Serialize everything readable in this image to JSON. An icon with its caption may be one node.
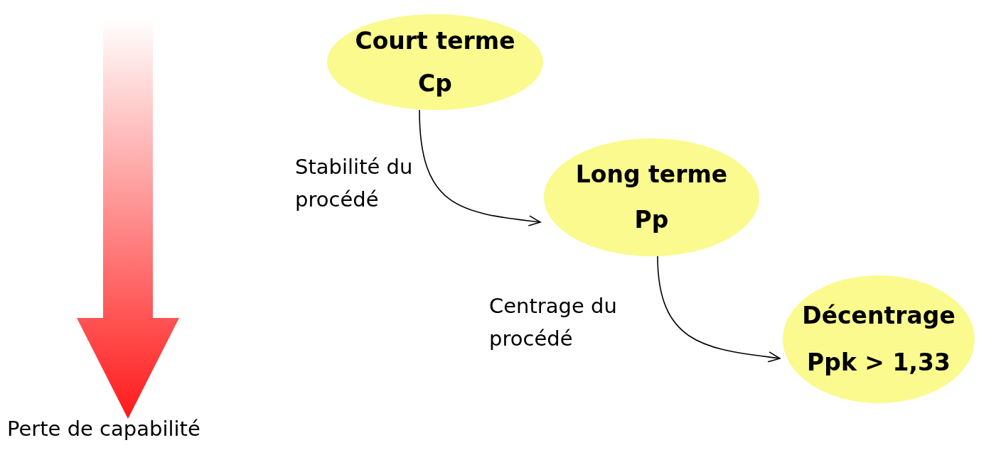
{
  "diagram": {
    "nodes": [
      {
        "text": [
          "Court terme",
          "Cp"
        ]
      },
      {
        "text": [
          "Long terme",
          "Pp"
        ]
      },
      {
        "text": [
          "Décentrage",
          "Ppk > 1,33"
        ]
      }
    ],
    "edges": [
      {
        "from": 0,
        "to": 1,
        "arrow": "to",
        "label": "Stabilité du procédé"
      },
      {
        "from": 1,
        "to": 2,
        "arrow": "to",
        "label": "Centrage du procédé"
      }
    ],
    "labels": [
      "Perte de capabilité"
    ]
  }
}
